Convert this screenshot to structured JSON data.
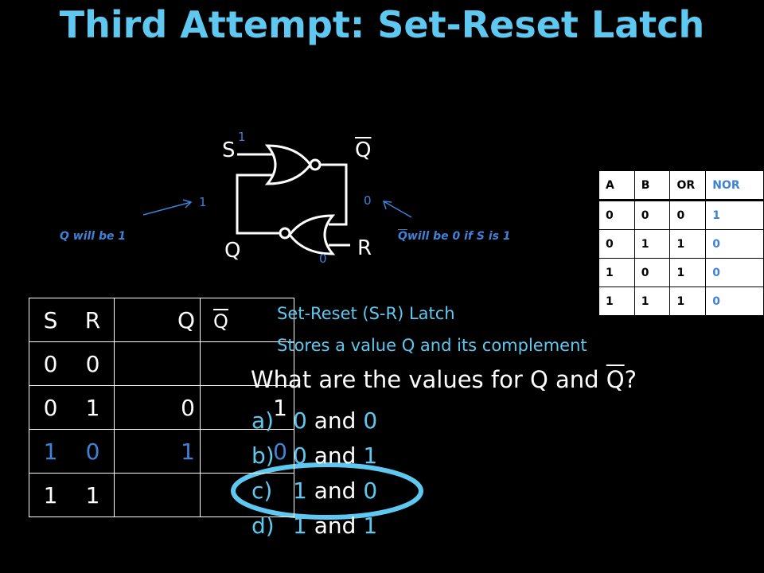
{
  "title": "Third Attempt: Set-Reset Latch",
  "circuit": {
    "s_label": "S",
    "r_label": "R",
    "q_label": "Q",
    "qbar_label": "Q",
    "s_value": "1",
    "q_feedback_value": "1",
    "qbar_value": "0",
    "r_value": "0",
    "note_q": "Q will be 1",
    "note_qbar_symbol": "Q",
    "note_qbar_text": "will be 0 if S is 1"
  },
  "latch_table": {
    "headers": [
      "S",
      "R",
      "Q",
      "Q"
    ],
    "rows": [
      [
        "0",
        "0",
        "",
        ""
      ],
      [
        "0",
        "1",
        "0",
        "1"
      ],
      [
        "1",
        "0",
        "1",
        "0"
      ],
      [
        "1",
        "1",
        "",
        ""
      ]
    ]
  },
  "nor_table": {
    "headers": [
      "A",
      "B",
      "OR",
      "NOR"
    ],
    "rows": [
      [
        "0",
        "0",
        "0",
        "1"
      ],
      [
        "0",
        "1",
        "1",
        "0"
      ],
      [
        "1",
        "0",
        "1",
        "0"
      ],
      [
        "1",
        "1",
        "1",
        "0"
      ]
    ]
  },
  "description": {
    "line1": "Set-Reset (S-R) Latch",
    "line2": "Stores a value Q and its complement"
  },
  "question": {
    "text": "What are the values for Q and",
    "symbol": "Q",
    "end": "?"
  },
  "options": [
    {
      "key": "a)",
      "first": "0",
      "and": "and",
      "second": "0"
    },
    {
      "key": "b)",
      "first": "0",
      "and": "and",
      "second": "1"
    },
    {
      "key": "c)",
      "first": "1",
      "and": "and",
      "second": "0"
    },
    {
      "key": "d)",
      "first": "1",
      "and": "and",
      "second": "1"
    }
  ],
  "colors": {
    "title": "#5ec8f0",
    "accent": "#3f82d6",
    "highlight_ellipse": "#5ec8f0"
  }
}
